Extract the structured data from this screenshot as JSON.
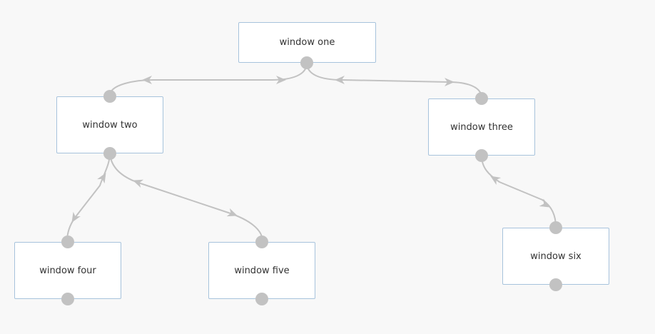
{
  "diagram": {
    "nodes": [
      {
        "id": "window-one",
        "label": "window one"
      },
      {
        "id": "window-two",
        "label": "window two"
      },
      {
        "id": "window-three",
        "label": "window three"
      },
      {
        "id": "window-four",
        "label": "window four"
      },
      {
        "id": "window-five",
        "label": "window five"
      },
      {
        "id": "window-six",
        "label": "window six"
      }
    ],
    "edges": [
      {
        "from": "window-one",
        "to": "window-two",
        "bidirectional": true
      },
      {
        "from": "window-one",
        "to": "window-three",
        "bidirectional": true
      },
      {
        "from": "window-two",
        "to": "window-four",
        "bidirectional": true
      },
      {
        "from": "window-two",
        "to": "window-five",
        "bidirectional": true
      },
      {
        "from": "window-three",
        "to": "window-six",
        "bidirectional": true
      }
    ],
    "colors": {
      "node_border": "#a7c3dc",
      "node_fill": "#ffffff",
      "connector": "#c2c2c2",
      "endpoint": "#c2c2c2",
      "background": "#f8f8f8"
    }
  }
}
